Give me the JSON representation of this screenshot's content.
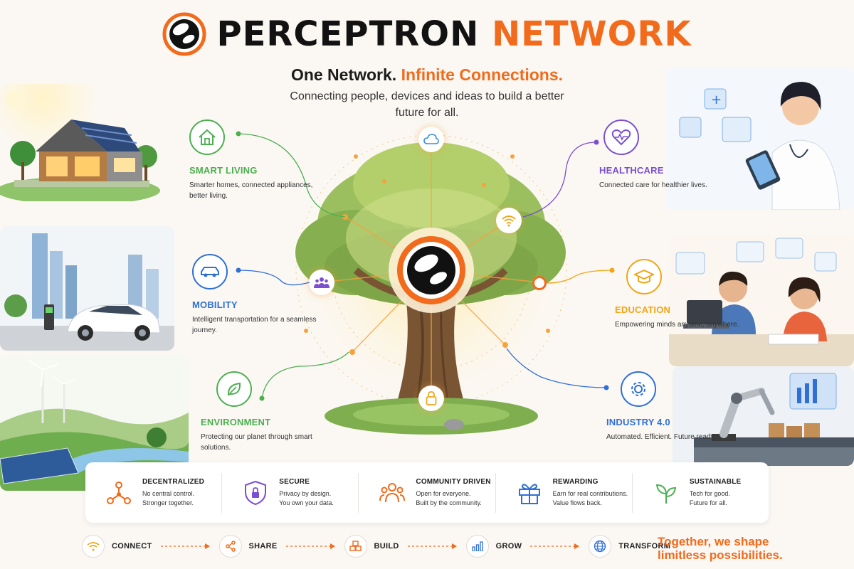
{
  "header": {
    "title_part1": "PERCEPTRON ",
    "title_part2": "NETWORK",
    "tagline_part1": "One Network. ",
    "tagline_part2": "Infinite Connections.",
    "subtitle": "Connecting people, devices and ideas to build a better future for all."
  },
  "features": [
    {
      "title": "SMART LIVING",
      "desc": "Smarter homes, connected appliances, better living.",
      "icon": "house-icon",
      "color": "#4caf50"
    },
    {
      "title": "MOBILITY",
      "desc": "Intelligent transportation for a seamless journey.",
      "icon": "car-icon",
      "color": "#2f6fd6"
    },
    {
      "title": "ENVIRONMENT",
      "desc": "Protecting our planet through smart solutions.",
      "icon": "leaf-icon",
      "color": "#4caf50"
    },
    {
      "title": "HEALTHCARE",
      "desc": "Connected care for healthier lives.",
      "icon": "heartbeat-icon",
      "color": "#7b4fcf"
    },
    {
      "title": "EDUCATION",
      "desc": "Empowering minds anytime, anywhere.",
      "icon": "graduation-cap-icon",
      "color": "#f2a516"
    },
    {
      "title": "INDUSTRY 4.0",
      "desc": "Automated. Efficient. Future ready.",
      "icon": "gear-icon",
      "color": "#2f6fd6"
    }
  ],
  "values": [
    {
      "title": "DECENTRALIZED",
      "line1": "No central control.",
      "line2": "Stronger together.",
      "icon": "network-icon",
      "color": "#f26a1b"
    },
    {
      "title": "SECURE",
      "line1": "Privacy by design.",
      "line2": "You own your data.",
      "icon": "shield-lock-icon",
      "color": "#7b4fcf"
    },
    {
      "title": "COMMUNITY DRIVEN",
      "line1": "Open for everyone.",
      "line2": "Built by the community.",
      "icon": "community-icon",
      "color": "#f26a1b"
    },
    {
      "title": "REWARDING",
      "line1": "Earn for real contributions.",
      "line2": "Value flows back.",
      "icon": "gift-icon",
      "color": "#2f6fd6"
    },
    {
      "title": "SUSTAINABLE",
      "line1": "Tech for good.",
      "line2": "Future for all.",
      "icon": "sprout-icon",
      "color": "#4caf50"
    }
  ],
  "steps": [
    {
      "label": "CONNECT",
      "icon": "wifi-icon"
    },
    {
      "label": "SHARE",
      "icon": "share-icon"
    },
    {
      "label": "BUILD",
      "icon": "cubes-icon"
    },
    {
      "label": "GROW",
      "icon": "bar-chart-icon"
    },
    {
      "label": "TRANSFORM",
      "icon": "globe-icon"
    }
  ],
  "closing": {
    "line1": "Together, we shape",
    "line2": "limitless possibilities."
  },
  "colors": {
    "brand": "#f26a1b",
    "green": "#4caf50",
    "blue": "#2f6fd6",
    "purple": "#7b4fcf",
    "yellow": "#f2a516"
  }
}
